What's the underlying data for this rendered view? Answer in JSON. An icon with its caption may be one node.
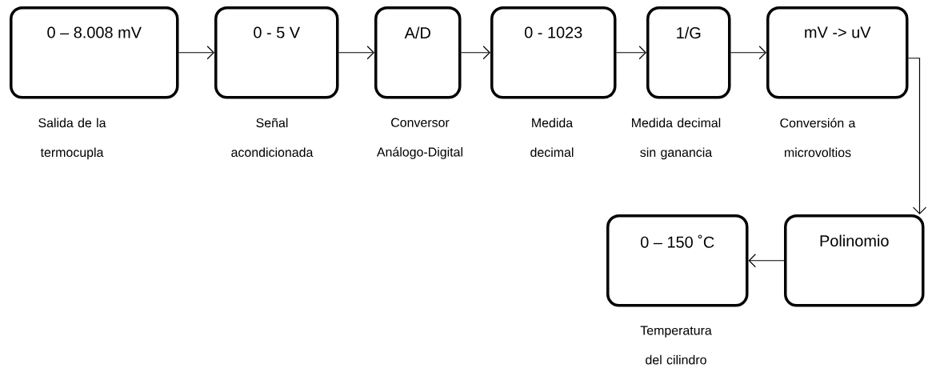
{
  "diagram": {
    "nodes": [
      {
        "text": [
          "0 – 8.008 mV"
        ],
        "beside": [
          "Salida de la termocupla"
        ]
      },
      {
        "text": [
          "0 - 5 V"
        ],
        "beside": [
          "Señal acondicionada"
        ]
      },
      {
        "text": [
          "A/D"
        ],
        "beside": [
          "Conversor Análogo-Digital"
        ]
      },
      {
        "text": [
          "0 - 1023"
        ],
        "beside": [
          "Medida decimal"
        ]
      },
      {
        "text": [
          "1/G"
        ],
        "beside": [
          "Medida decimal sin ganancia"
        ]
      },
      {
        "text": [
          "mV -> uV"
        ],
        "beside": [
          "Conversión a microvoltios"
        ]
      },
      {
        "text": [
          "Polinomio"
        ]
      },
      {
        "text": [
          "0 – 150 ˚C"
        ],
        "beside": [
          "Temperatura del cilindro"
        ]
      }
    ],
    "edges": [
      {
        "from": 0,
        "to": 1,
        "arrow": "to"
      },
      {
        "from": 1,
        "to": 2,
        "arrow": "to"
      },
      {
        "from": 2,
        "to": 3,
        "arrow": "to"
      },
      {
        "from": 3,
        "to": 4,
        "arrow": "to"
      },
      {
        "from": 4,
        "to": 5,
        "arrow": "to"
      },
      {
        "from": 5,
        "to": 6,
        "arrow": "to"
      },
      {
        "from": 6,
        "to": 7,
        "arrow": "to"
      }
    ]
  }
}
